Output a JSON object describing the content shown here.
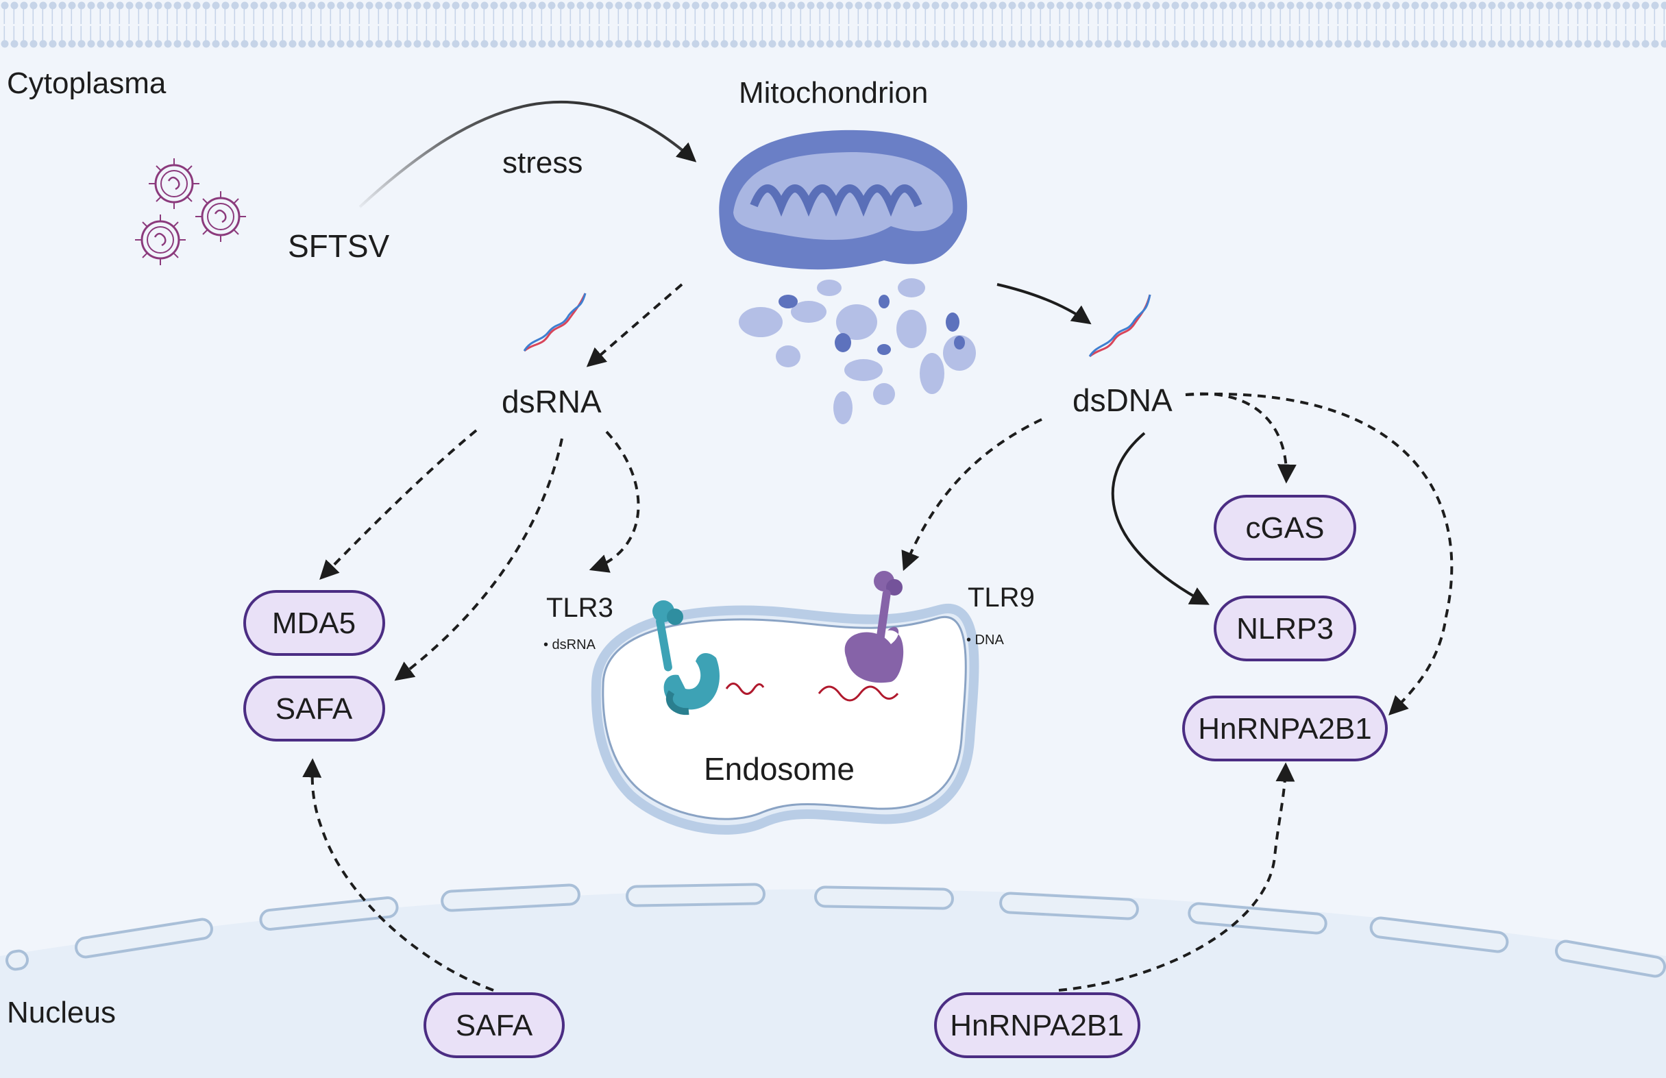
{
  "diagram": {
    "regions": {
      "cytoplasm": "Cytoplasma",
      "nucleus": "Nucleus"
    },
    "virus": "SFTSV",
    "stress": "stress",
    "mitochondrion": "Mitochondrion",
    "dsrna": "dsRNA",
    "dsdna": "dsDNA",
    "tlr3": {
      "name": "TLR3",
      "ligand": "• dsRNA"
    },
    "tlr9": {
      "name": "TLR9",
      "ligand": "• DNA"
    },
    "endosome": "Endosome",
    "sensors": {
      "mda5": "MDA5",
      "safa_cyto": "SAFA",
      "cgas": "cGAS",
      "nlrp3": "NLRP3",
      "hnrnpa2b1_cyto": "HnRNPA2B1",
      "safa_nuc": "SAFA",
      "hnrnpa2b1_nuc": "HnRNPA2B1"
    },
    "colors": {
      "cytoplasm_bg": "#f1f5fb",
      "nucleus_bg": "#e6eef8",
      "pill_fill": "#e9e1f7",
      "pill_stroke": "#4b2d83",
      "membrane": "#c9d7ea",
      "mitochondrion": "#6a7fc6",
      "tlr3": "#3da2b5",
      "tlr9": "#8663a8",
      "virus": "#8b3a7c"
    }
  }
}
